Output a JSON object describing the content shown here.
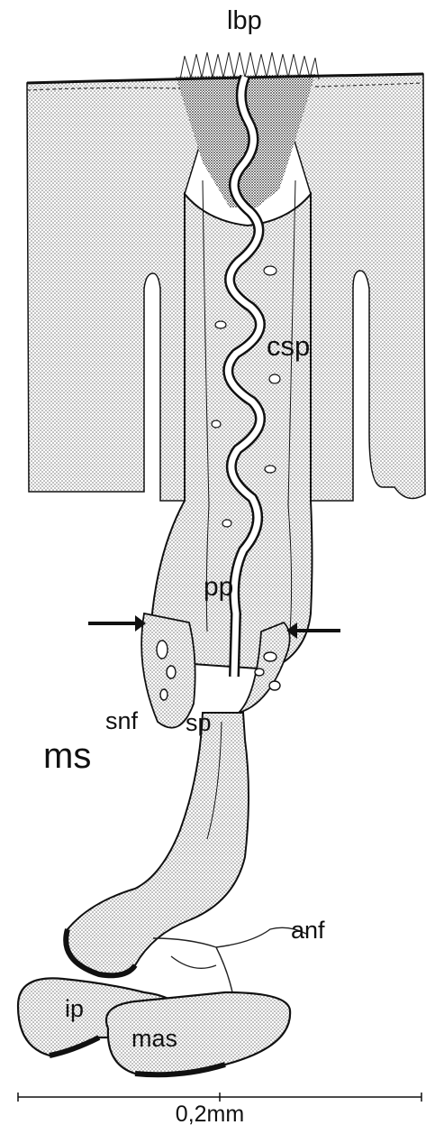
{
  "labels": {
    "lbp": "lbp",
    "csp": "csp",
    "pp": "pp",
    "snf": "snf",
    "sp": "sp",
    "ms": "ms",
    "anf": "anf",
    "ip": "ip",
    "mas": "mas"
  },
  "scale_bar": {
    "label": "0,2mm"
  },
  "colors": {
    "ink": "#111111",
    "stipple": "#9a9a9a",
    "background": "#ffffff"
  }
}
